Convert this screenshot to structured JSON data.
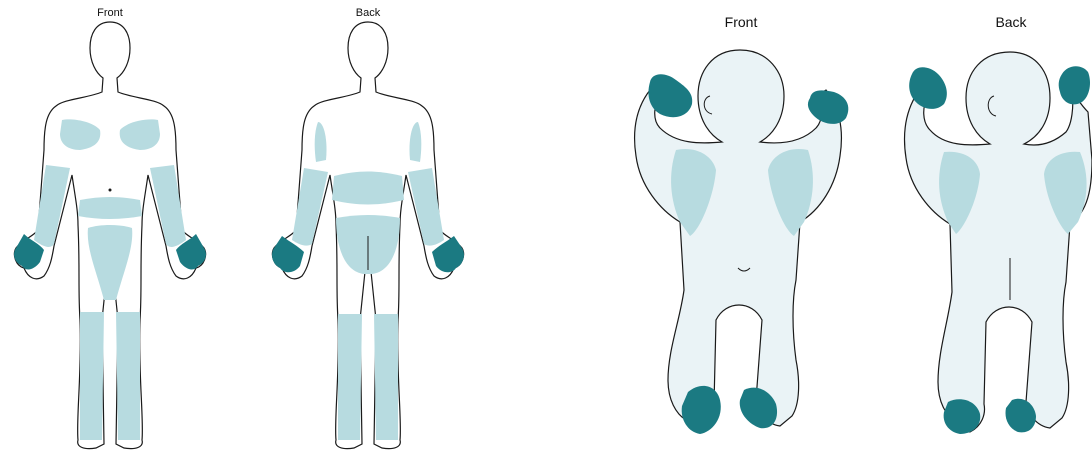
{
  "adult": {
    "front_label": "Front",
    "back_label": "Back"
  },
  "infant": {
    "front_label": "Front",
    "back_label": "Back"
  },
  "colors": {
    "skin_fill": "#ffffff",
    "infant_body_fill": "#eaf3f6",
    "outline": "#1a1a1a",
    "light_involvement": "#b7dbe0",
    "dark_involvement": "#1b7a82"
  }
}
